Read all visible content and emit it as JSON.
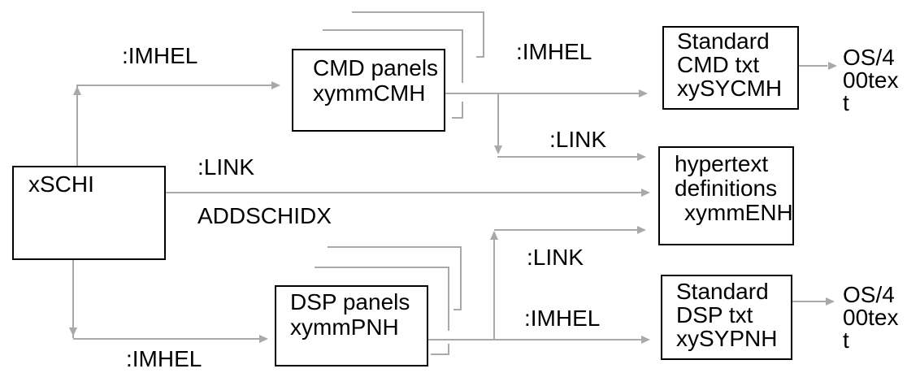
{
  "boxes": {
    "xschi": {
      "lines": [
        "xSCHI"
      ]
    },
    "cmd_panels": {
      "lines": [
        "CMD panels",
        "xymmCMH"
      ]
    },
    "standard_cmd": {
      "lines": [
        "Standard",
        "CMD txt",
        "xySYCMH"
      ]
    },
    "hypertext_definitions": {
      "lines": [
        "hypertext",
        "definitions",
        "xymmENH"
      ]
    },
    "dsp_panels": {
      "lines": [
        "DSP panels",
        "xymmPNH"
      ]
    },
    "standard_dsp": {
      "lines": [
        "Standard",
        "DSP txt",
        "xySYPNH"
      ]
    }
  },
  "edge_labels": {
    "imhel_top_left": ":IMHEL",
    "imhel_cmd_to_std": ":IMHEL",
    "link_xschi": ":LINK",
    "addschidx": "ADDSCHIDX",
    "link_cmd_to_hypertext": ":LINK",
    "link_dsp_to_hypertext": ":LINK",
    "imhel_dsp_to_std": ":IMHEL",
    "imhel_bottom_left": ":IMHEL"
  },
  "outputs": {
    "os400_top": {
      "text": "OS/400text",
      "lines": [
        "OS/4",
        "00tex",
        "t"
      ]
    },
    "os400_bottom": {
      "text": "OS/400text",
      "lines": [
        "OS/4",
        "00tex",
        "t"
      ]
    }
  },
  "colors": {
    "line": "#a9a9a9",
    "box_border": "#000000",
    "text": "#000000",
    "background": "#ffffff"
  }
}
